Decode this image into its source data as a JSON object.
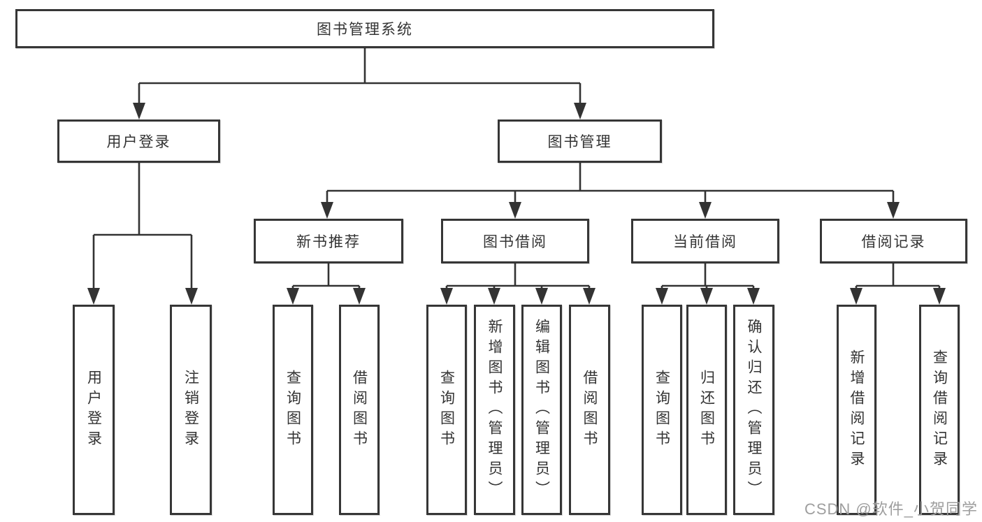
{
  "title": "图书管理系统",
  "user_login": {
    "label": "用户登录",
    "children": [
      {
        "label": "用户登录"
      },
      {
        "label": "注销登录"
      }
    ]
  },
  "book_management": {
    "label": "图书管理",
    "sections": [
      {
        "label": "新书推荐",
        "children": [
          {
            "label": "查询图书"
          },
          {
            "label": "借阅图书"
          }
        ]
      },
      {
        "label": "图书借阅",
        "children": [
          {
            "label": "查询图书"
          },
          {
            "label": "新增图书（管理员）"
          },
          {
            "label": "编辑图书（管理员）"
          },
          {
            "label": "借阅图书"
          }
        ]
      },
      {
        "label": "当前借阅",
        "children": [
          {
            "label": "查询图书"
          },
          {
            "label": "归还图书"
          },
          {
            "label": "确认归还（管理员）"
          }
        ]
      },
      {
        "label": "借阅记录",
        "children": [
          {
            "label": "新增借阅记录"
          },
          {
            "label": "查询借阅记录"
          }
        ]
      }
    ]
  },
  "watermark": "CSDN @软件_小贺同学",
  "colors": {
    "line": "#333333",
    "box_border": "#363636",
    "text": "#333333",
    "watermark_text": "#9e9e9e",
    "background": "#ffffff"
  }
}
